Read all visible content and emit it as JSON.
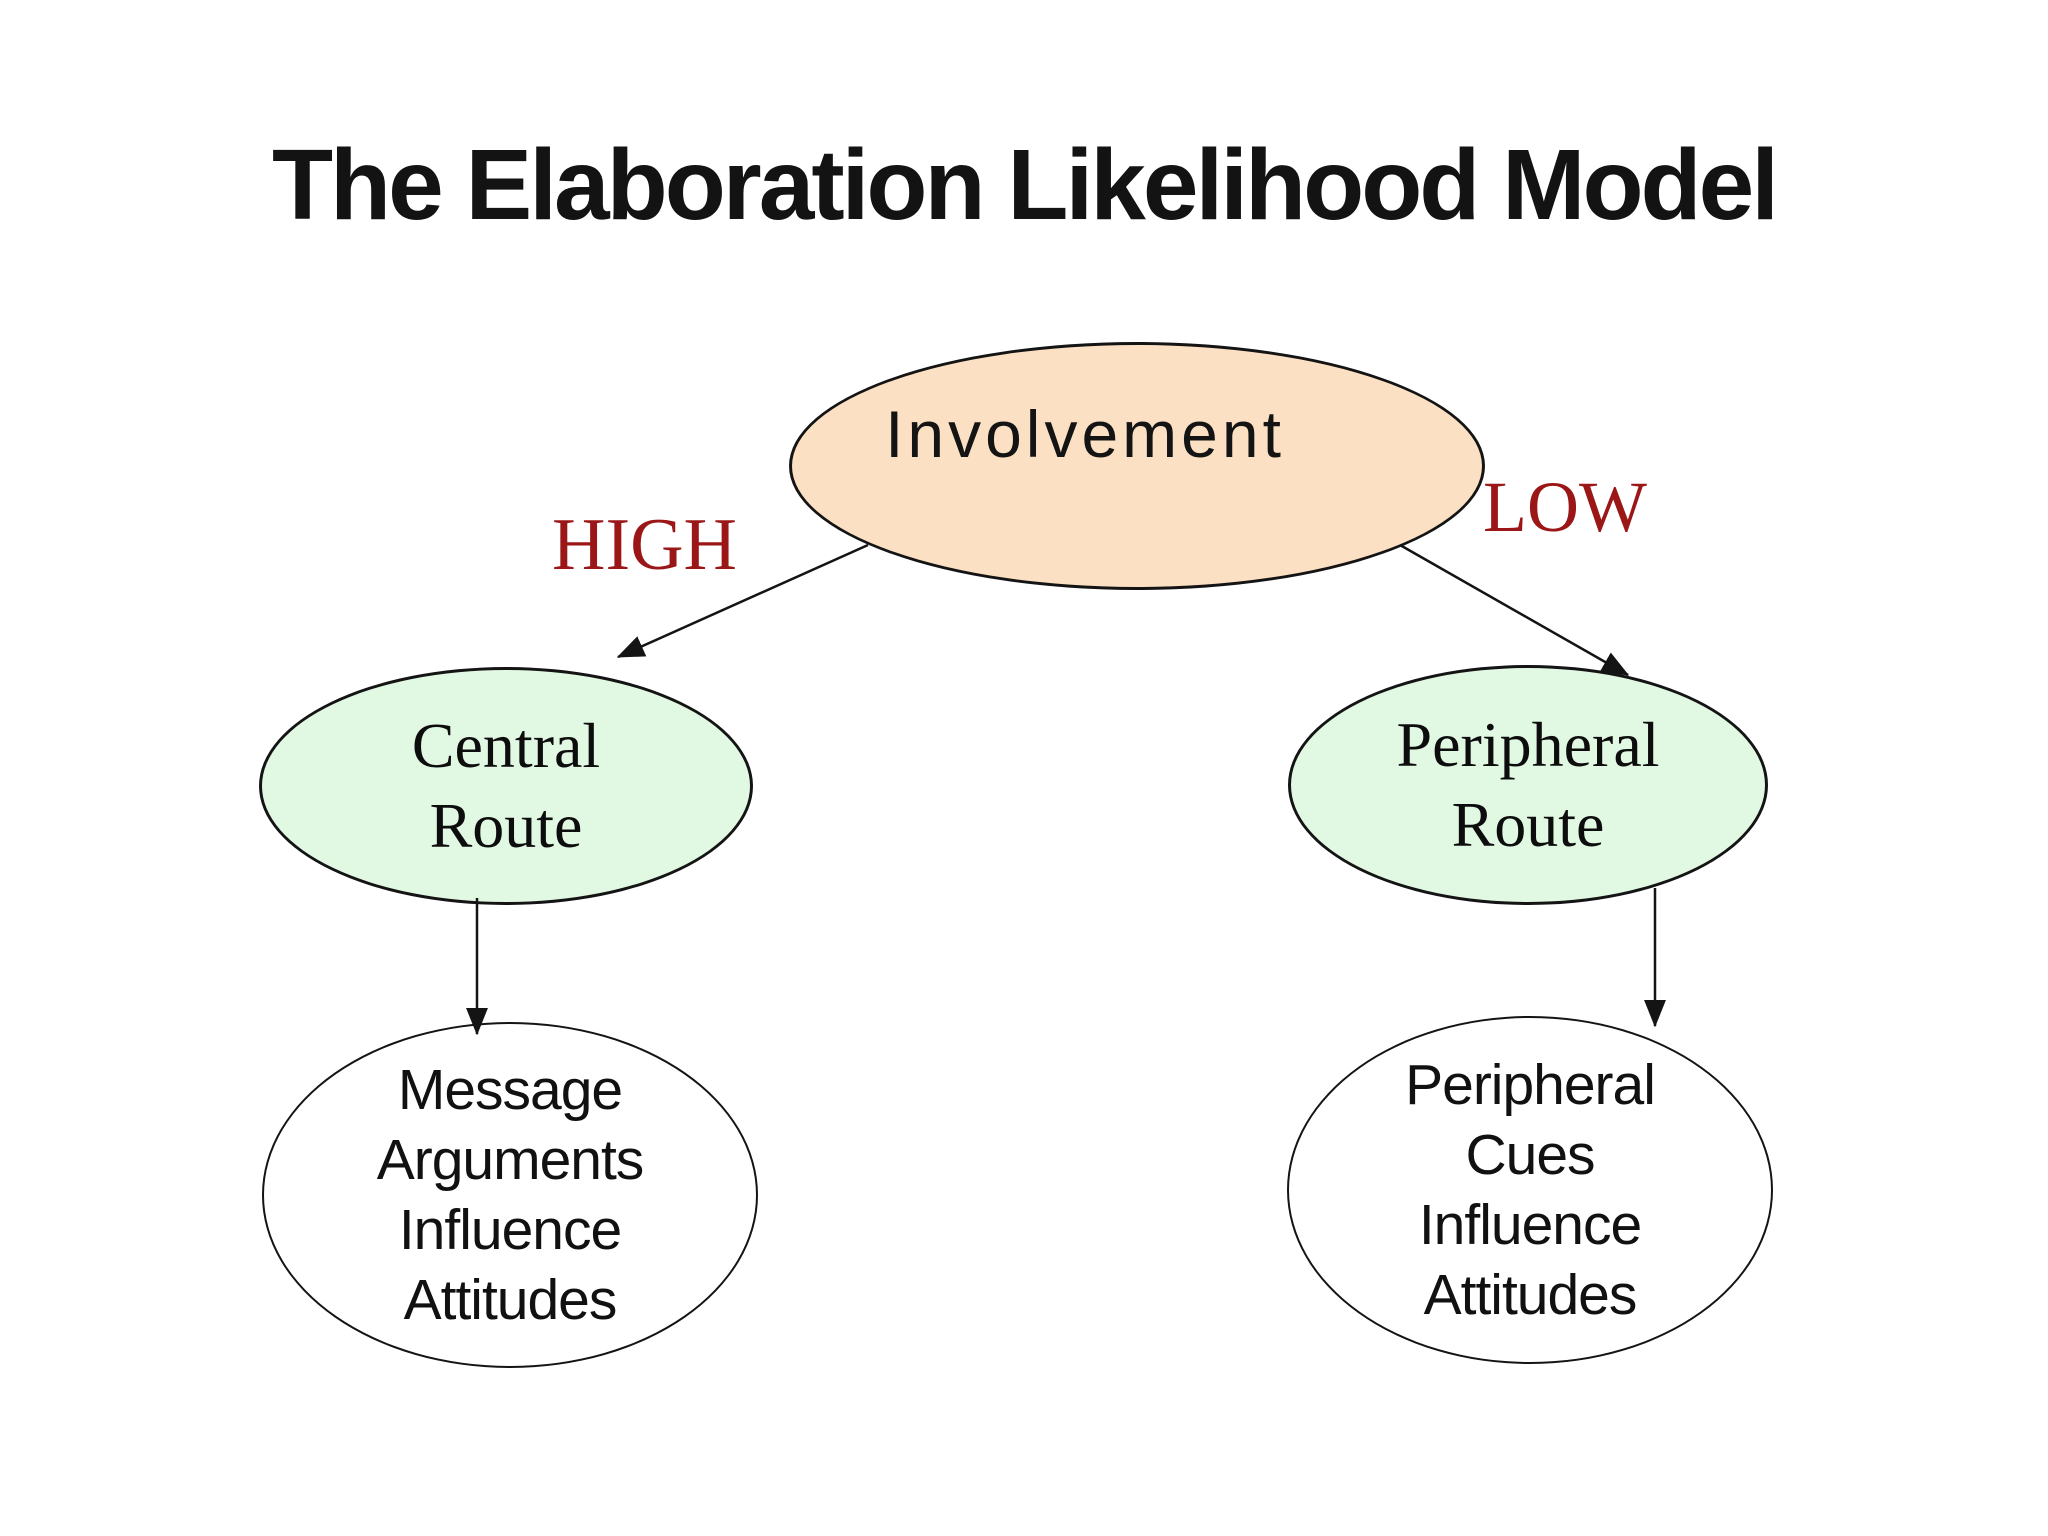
{
  "title": "The Elaboration Likelihood Model",
  "nodes": {
    "involvement": {
      "label": "Involvement",
      "fill": "#fbe0c3"
    },
    "central_route": {
      "label": "Central\nRoute",
      "fill": "#e1f8e3"
    },
    "peripheral_route": {
      "label": "Peripheral\nRoute",
      "fill": "#e1f8e3"
    },
    "central_outcome": {
      "label": "Message\nArguments\nInfluence\nAttitudes",
      "fill": "#ffffff"
    },
    "peripheral_outcome": {
      "label": "Peripheral\nCues\nInfluence\nAttitudes",
      "fill": "#ffffff"
    }
  },
  "edges": {
    "high_label": "HIGH",
    "low_label": "LOW",
    "label_color": "#9b1616"
  }
}
